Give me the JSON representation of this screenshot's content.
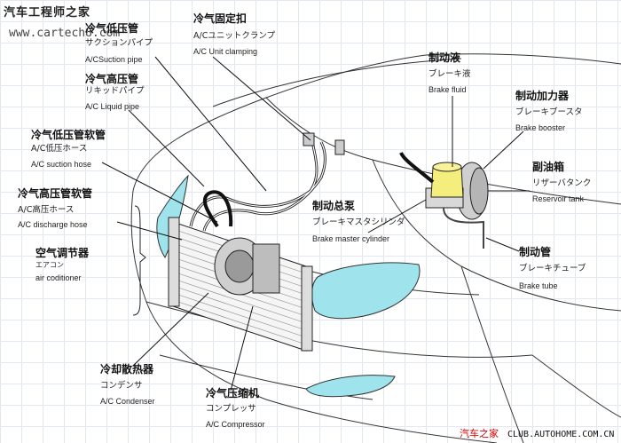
{
  "watermark": {
    "site_cn": "汽车工程师之家",
    "site_url": "www.cartech8.com"
  },
  "labels": {
    "suction_pipe": {
      "zh": "冷气低压管",
      "ja": "サクションパイプ",
      "en": "A/CSuction pipe"
    },
    "unit_clamping": {
      "zh": "冷气固定扣",
      "ja": "A/Cユニットクランプ",
      "en": "A/C Unit   clamping"
    },
    "liquid_pipe": {
      "zh": "冷气高压管",
      "ja": "リキッドパイプ",
      "en": "A/C Liquid  pipe"
    },
    "suction_hose": {
      "zh": "冷气低压管软管",
      "ja": "A/C低压ホース",
      "en": "A/C   suction hose"
    },
    "discharge_hose": {
      "zh": "冷气高压管软管",
      "ja": "A/C高压ホース",
      "en": "A/C discharge hose"
    },
    "aircon": {
      "zh": "空气调节器",
      "ja": "エアコン",
      "en": "air coditioner"
    },
    "condenser": {
      "zh": "冷却散热器",
      "ja": "コンデンサ",
      "en": "A/C Condenser"
    },
    "compressor": {
      "zh": "冷气压缩机",
      "ja": "コンプレッサ",
      "en": "A/C Compressor"
    },
    "master_cylinder": {
      "zh": "制动总泵",
      "ja": "ブレーキマスタシリンダ",
      "en": "Brake master cylinder"
    },
    "brake_fluid": {
      "zh": "制动液",
      "ja": "ブレーキ液",
      "en": "Brake fluid"
    },
    "brake_booster": {
      "zh": "制动加力器",
      "ja": "ブレーキブースタ",
      "en": "Brake booster"
    },
    "reservoir": {
      "zh": "副油箱",
      "ja": "リザーバタンク",
      "en": "Reservoir tank"
    },
    "brake_tube": {
      "zh": "制动管",
      "ja": "ブレーキチューブ",
      "en": "Brake tube"
    }
  },
  "footer": {
    "brand_cn": "汽车之家",
    "url": "CLUB.AUTOHOME.COM.CN"
  },
  "colors": {
    "glass": "#9fe4ec",
    "reservoir": "#f4ee7c",
    "line": "#111111"
  }
}
